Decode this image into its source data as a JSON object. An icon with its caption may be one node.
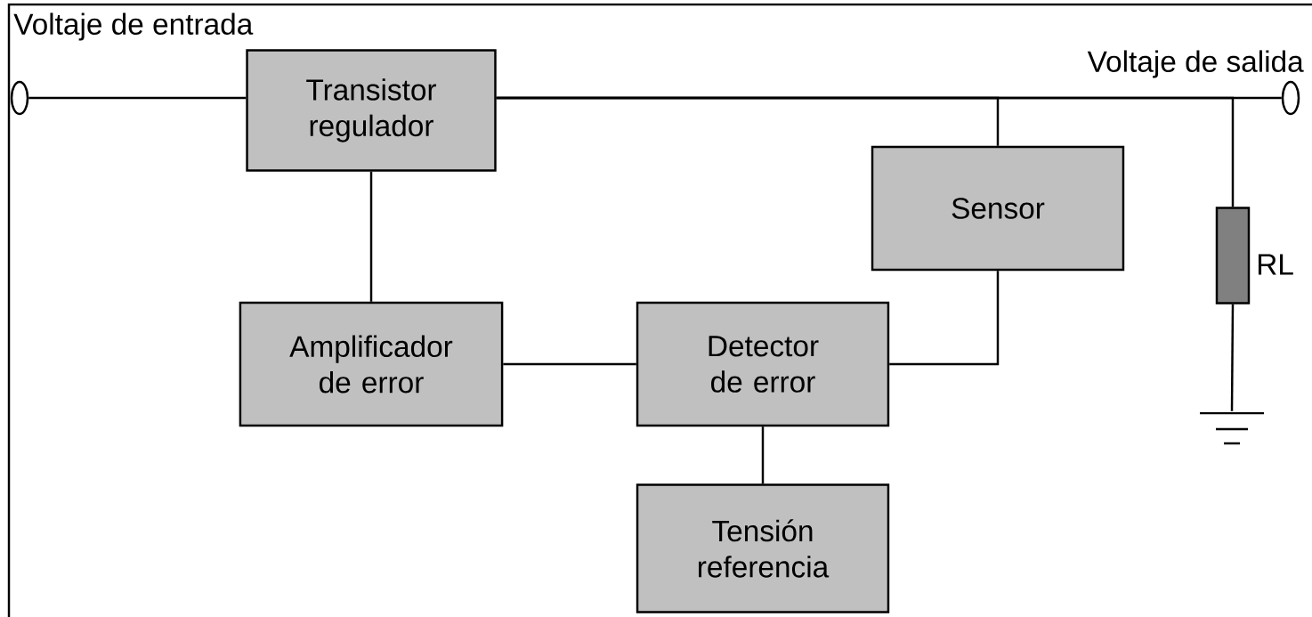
{
  "diagram": {
    "nodes": [
      {
        "text": [],
        "shape": "circle"
      },
      {
        "text": [
          "Transistor regulador"
        ]
      },
      {
        "text": [
          "Sensor"
        ]
      },
      {
        "text": [
          "Amplificador de error"
        ]
      },
      {
        "text": [
          "Detector de error"
        ]
      },
      {
        "text": [
          "Tensión referencia"
        ]
      },
      {
        "text": [],
        "shape": "circle",
        "beside": [
          "Voltaje de salida"
        ]
      },
      {
        "text": [],
        "shape": "box",
        "beside": [
          "RL"
        ]
      },
      {
        "text": [],
        "shape": "ground"
      }
    ],
    "edges": [
      {
        "from": 0,
        "to": 1,
        "arrow": "none"
      },
      {
        "from": 1,
        "to": 6,
        "arrow": "none"
      },
      {
        "from": 1,
        "to": 2,
        "arrow": "none"
      },
      {
        "from": 1,
        "to": 7,
        "arrow": "none"
      },
      {
        "from": 1,
        "to": 3,
        "arrow": "none"
      },
      {
        "from": 3,
        "to": 4,
        "arrow": "none"
      },
      {
        "from": 4,
        "to": 2,
        "arrow": "none"
      },
      {
        "from": 4,
        "to": 5,
        "arrow": "none"
      },
      {
        "from": 7,
        "to": 8,
        "arrow": "none"
      }
    ],
    "labels": [
      "Voltaje de entrada"
    ]
  }
}
